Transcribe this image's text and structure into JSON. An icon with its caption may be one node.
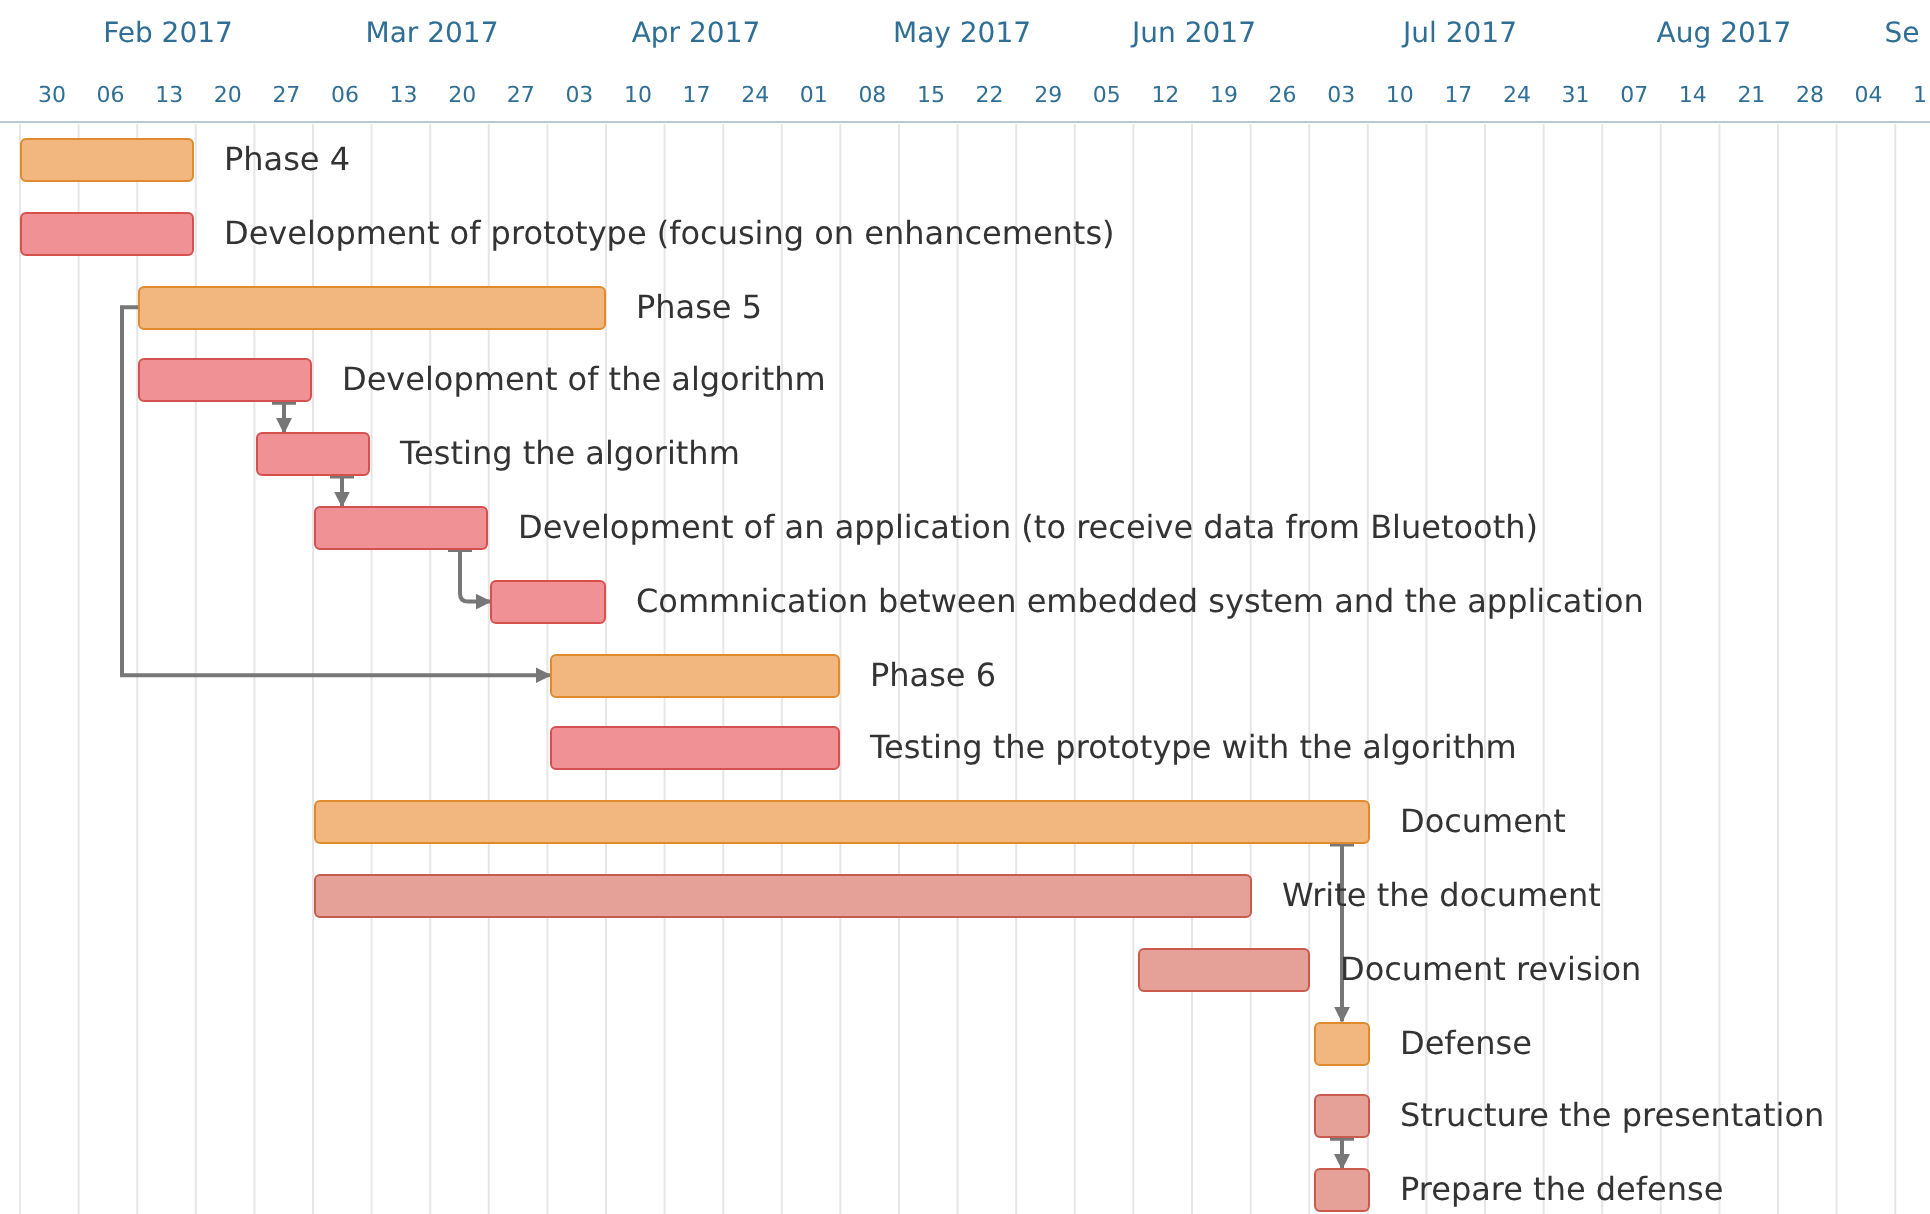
{
  "diagram": {
    "nodes": [
      {
        "text": [
          "Phase 4"
        ]
      },
      {
        "text": [
          "Development of prototype (focusing on enhancements)"
        ]
      },
      {
        "text": [
          "Phase 5"
        ]
      },
      {
        "text": [
          "Development of the algorithm"
        ]
      },
      {
        "text": [
          "Testing the algorithm"
        ]
      },
      {
        "text": [
          "Development of an application (to receive data from Bluetooth)"
        ]
      },
      {
        "text": [
          "Commnication between embedded system and the application"
        ]
      },
      {
        "text": [
          "Phase 6"
        ]
      },
      {
        "text": [
          "Testing the prototype with the algorithm"
        ]
      },
      {
        "text": [
          "Document"
        ]
      },
      {
        "text": [
          "Write the document"
        ]
      },
      {
        "text": [
          "Document revision"
        ]
      },
      {
        "text": [
          "Defense"
        ]
      },
      {
        "text": [
          "Structure the presentation"
        ]
      },
      {
        "text": [
          "Prepare the defense"
        ]
      }
    ],
    "edges": [
      {
        "from": 2,
        "to": 7,
        "arrow": "to"
      },
      {
        "from": 3,
        "to": 4,
        "arrow": "to"
      },
      {
        "from": 4,
        "to": 5,
        "arrow": "to"
      },
      {
        "from": 5,
        "to": 6,
        "arrow": "to"
      },
      {
        "from": 9,
        "to": 12,
        "arrow": "to"
      },
      {
        "from": 13,
        "to": 14,
        "arrow": "to"
      }
    ],
    "labels": [
      "Feb 2017",
      "Mar 2017",
      "Apr 2017",
      "May 2017",
      "Jun 2017",
      "Jul 2017",
      "Aug 2017",
      "Se",
      "30",
      "06",
      "13",
      "20",
      "27",
      "06",
      "13",
      "20",
      "27",
      "03",
      "10",
      "17",
      "24",
      "01",
      "08",
      "15",
      "22",
      "29",
      "05",
      "12",
      "19",
      "26",
      "03",
      "10",
      "17",
      "24",
      "31",
      "07",
      "14",
      "21",
      "28",
      "04",
      "1"
    ]
  }
}
